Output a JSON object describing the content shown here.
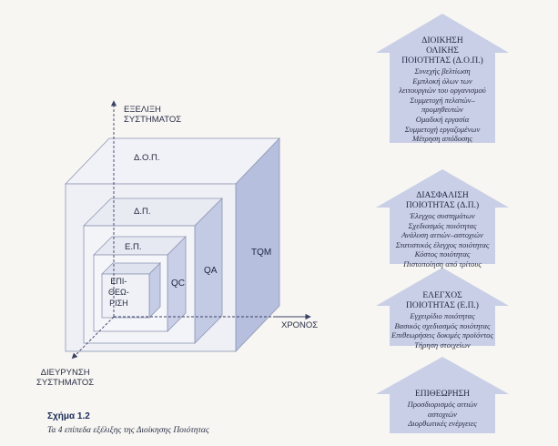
{
  "axes": {
    "vertical_line1": "ΕΞΕΛΙΞΗ",
    "vertical_line2": "ΣΥΣΤΗΜΑΤΟΣ",
    "horizontal": "ΧΡΟΝΟΣ",
    "diagonal_line1": "ΔΙΕΥΡΥΝΣΗ",
    "diagonal_line2": "ΣΥΣΤΗΜΑΤΟΣ"
  },
  "cubes": {
    "outer_front": "Δ.Ο.Π.",
    "outer_side": "TQM",
    "level3_front": "Δ.Π.",
    "level3_side": "QA",
    "level2_front": "Ε.Π.",
    "level2_side": "QC",
    "inner_line1": "ΕΠΙ-",
    "inner_line2": "ΘΕΩ-",
    "inner_line3": "ΡΙΣΗ"
  },
  "panels": [
    {
      "title": [
        "ΔΙΟΙΚΗΣΗ",
        "ΟΛΙΚΗΣ",
        "ΠΟΙΟΤΗΤΑΣ (Δ.Ο.Π.)"
      ],
      "items": [
        "Συνεχής βελτίωση",
        "Εμπλοκή όλων των",
        "λειτουργιών του οργανισμού",
        "Συμμετοχή πελατών–",
        "προμηθευτών",
        "Ομαδική εργασία",
        "Συμμετοχή εργαζομένων",
        "Μέτρηση απόδοσης"
      ]
    },
    {
      "title": [
        "ΔΙΑΣΦΑΛΙΣΗ",
        "ΠΟΙΟΤΗΤΑΣ (Δ.Π.)"
      ],
      "items": [
        "Έλεγχος συστημάτων",
        "Σχεδιασμός ποιότητας",
        "Ανάλυση αιτιών–αστοχιών",
        "Στατιστικός έλεγχος ποιότητας",
        "Κόστος ποιότητας",
        "Πιστοποίηση από τρίτους"
      ]
    },
    {
      "title": [
        "ΕΛΕΓΧΟΣ",
        "ΠΟΙΟΤΗΤΑΣ (Ε.Π.)"
      ],
      "items": [
        "Εγχειρίδιο ποιότητας",
        "Βασικός σχεδιασμός ποιότητας",
        "Επιθεωρήσεις δοκιμές προϊόντος",
        "Τήρηση στοιχείων"
      ]
    },
    {
      "title": [
        "ΕΠΙΘΕΩΡΗΣΗ"
      ],
      "items": [
        "Προσδιορισμός αιτιών",
        "αστοχιών",
        "Διορθωτικές ενέργειες"
      ]
    }
  ],
  "caption": {
    "label": "Σχήμα 1.2",
    "subtitle": "Τα 4 επίπεδα εξέλιξης της Διοίκησης Ποιότητας"
  },
  "colors": {
    "panel_fill": "#c9cfe6",
    "panel_fill_light": "#dde1f0",
    "cube_side": "#b8c0de",
    "cube_face": "#e8ebf4",
    "line": "#3a4165"
  }
}
